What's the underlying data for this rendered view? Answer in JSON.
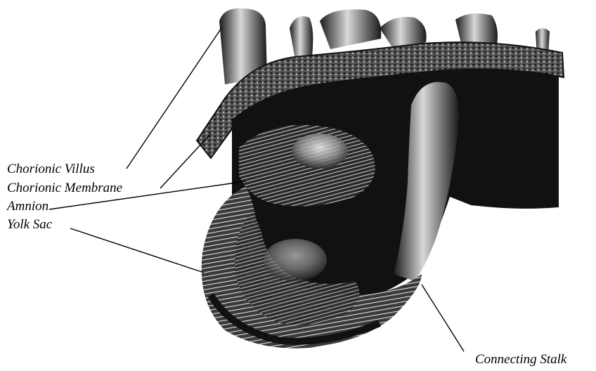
{
  "labels": {
    "chorionic_villus": "Chorionic Villus",
    "chorionic_membrane": "Chorionic Membrane",
    "amnion": "Amnion",
    "yolk_sac": "Yolk Sac",
    "connecting_stalk": "Connecting Stalk"
  },
  "colors": {
    "background": "#ffffff",
    "ink": "#000000",
    "tissue_dark": "#111111",
    "tissue_mid": "#7a7a7a",
    "tissue_light": "#d9d9d9"
  }
}
